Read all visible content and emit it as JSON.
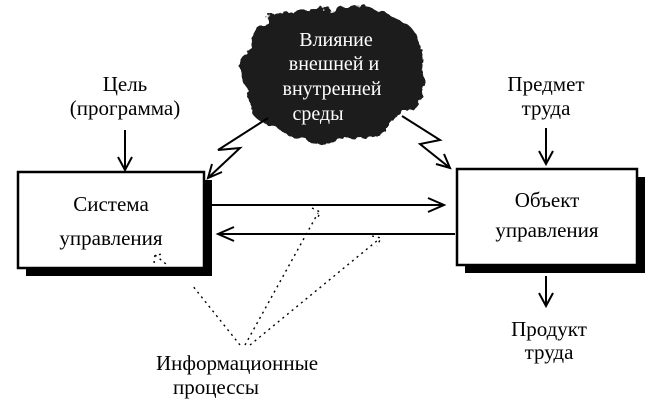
{
  "goal": {
    "line1": "Цель",
    "line2": "(программа)"
  },
  "environment": {
    "line1": "Влияние",
    "line2": "внешней и",
    "line3": "внутренней",
    "line4": "среды"
  },
  "subject_of_labor": {
    "line1": "Предмет",
    "line2": "труда"
  },
  "control_system": {
    "line1": "Система",
    "line2": "управления"
  },
  "control_object": {
    "line1": "Объект",
    "line2": "управления"
  },
  "product_of_labor": {
    "line1": "Продукт",
    "line2": "труда"
  },
  "info_processes": {
    "line1": "Информационные",
    "line2": "процессы"
  }
}
